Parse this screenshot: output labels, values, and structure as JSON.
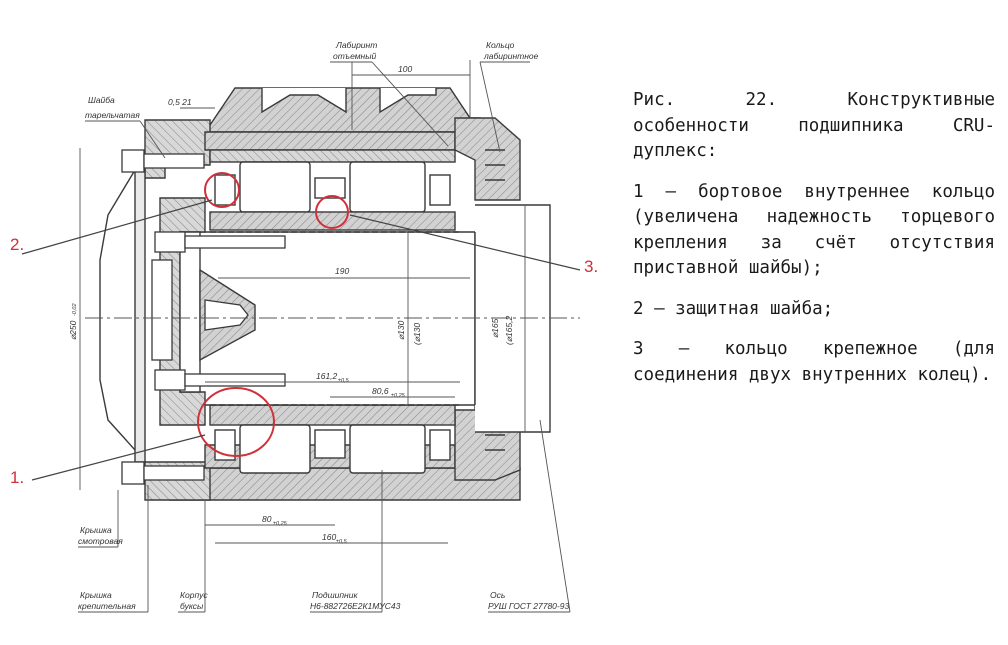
{
  "caption": {
    "title": "Рис. 22. Конструктивные особенности подшипника CRU-дуплекс:",
    "items": [
      "1 — бортовое внутреннее кольцо (увеличена надежность торцевого крепления за счёт отсутствия приставной шайбы);",
      "2 — защитная шайба;",
      "3 — кольцо крепежное (для соединения двух внутренних колец)."
    ]
  },
  "callouts": [
    "1.",
    "2.",
    "3."
  ],
  "part_labels": {
    "labyrinth_removable": [
      "Лабиринт",
      "отъемный"
    ],
    "labyrinth_ring": [
      "Кольцо",
      "лабиринтное"
    ],
    "washer_disc": [
      "Шайба",
      "тарельчатая"
    ],
    "cover_inspection": [
      "Крышка",
      "смотровая"
    ],
    "cover_fastening": [
      "Крышка",
      "крепительная"
    ],
    "housing": [
      "Корпус",
      "буксы"
    ],
    "bearing": [
      "Подшипник",
      "Н6-882726Е2К1МУС43"
    ],
    "axle": [
      "Ось",
      "РУШ ГОСТ 27780-93"
    ]
  },
  "dimensions": {
    "d100": "100",
    "d0_5_21": "0,5 21",
    "d190": "190",
    "d250": "⌀250",
    "d250_tol": "-0,02",
    "d130": "⌀130",
    "d130b": "(⌀130",
    "d165": "⌀165",
    "d165b": "(⌀165,2",
    "d161_2": "161,2",
    "d161_2_tol": "±0,5",
    "d80_6": "80,6",
    "d80_6_tol": "±0,25",
    "d80": "80",
    "d80_tol": "±0,25",
    "d160": "160",
    "d160_tol": "±0,5"
  },
  "colors": {
    "callout": "#d0303a",
    "line": "#3a3a3a",
    "hatch": "#8a8a8a"
  }
}
